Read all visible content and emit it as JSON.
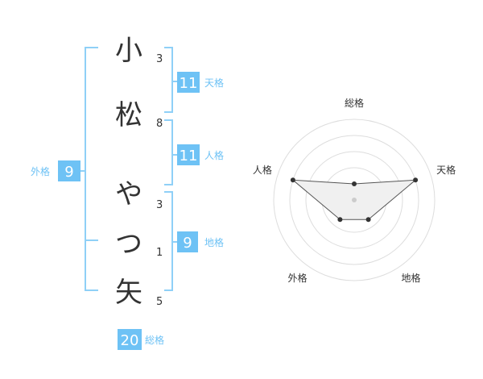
{
  "name": {
    "characters": [
      {
        "char": "小",
        "strokes": "3"
      },
      {
        "char": "松",
        "strokes": "8"
      },
      {
        "char": "や",
        "strokes": "3"
      },
      {
        "char": "つ",
        "strokes": "1"
      },
      {
        "char": "矢",
        "strokes": "5"
      }
    ]
  },
  "kakusu": {
    "tenkaku": {
      "value": "11",
      "label": "天格"
    },
    "jinkaku": {
      "value": "11",
      "label": "人格"
    },
    "chikaku": {
      "value": "9",
      "label": "地格"
    },
    "gaikaku": {
      "value": "9",
      "label": "外格"
    },
    "soukaku": {
      "value": "20",
      "label": "総格"
    }
  },
  "colors": {
    "accent": "#6ec2f5",
    "bracket": "#8fd0f7",
    "text": "#333333"
  },
  "radar": {
    "axes": [
      "総格",
      "天格",
      "地格",
      "外格",
      "人格"
    ],
    "max": 5,
    "levels": 5,
    "values": [
      1,
      4,
      1.5,
      1.5,
      4
    ]
  }
}
